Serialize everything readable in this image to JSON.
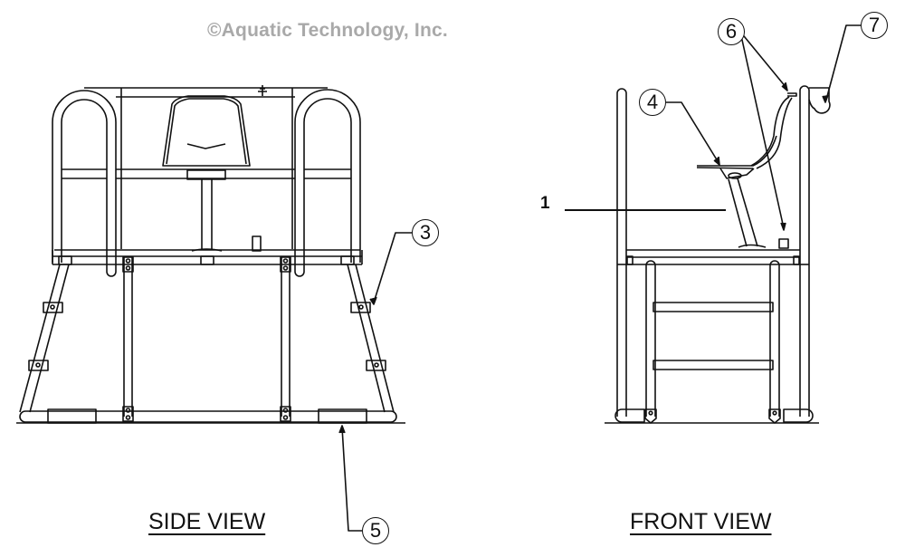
{
  "header": {
    "copyright": "©Aquatic Technology, Inc."
  },
  "views": {
    "side": {
      "label": "SIDE VIEW"
    },
    "front": {
      "label": "FRONT VIEW"
    }
  },
  "callouts": [
    {
      "id": "1",
      "label": "1",
      "view": "front",
      "target": "seat post"
    },
    {
      "id": "3",
      "label": "3",
      "view": "side",
      "target": "leg bracket"
    },
    {
      "id": "4",
      "label": "4",
      "view": "front",
      "target": "seat swivel mount"
    },
    {
      "id": "5",
      "label": "5",
      "view": "side",
      "target": "base runner"
    },
    {
      "id": "6",
      "label": "6",
      "view": "front",
      "target": "umbrella holder"
    },
    {
      "id": "7",
      "label": "7",
      "view": "front",
      "target": "top rail cap"
    }
  ],
  "colors": {
    "line": "#111111",
    "copyright": "#a9a9a9",
    "background": "#ffffff"
  }
}
